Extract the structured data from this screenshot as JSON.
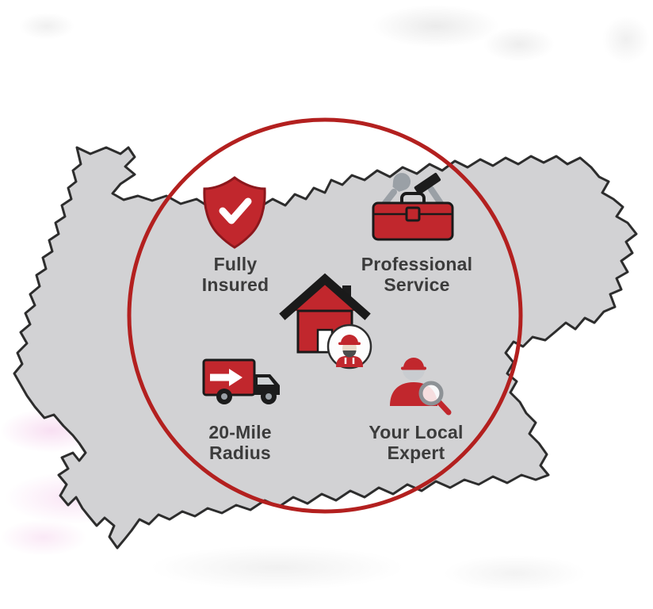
{
  "infographic": {
    "center_icon": "house-with-worker-icon",
    "features": [
      {
        "id": "fully-insured",
        "icon": "shield-check-icon",
        "line1": "Fully",
        "line2": "Insured"
      },
      {
        "id": "professional-service",
        "icon": "toolbox-icon",
        "line1": "Professional",
        "line2": "Service"
      },
      {
        "id": "twenty-mile-radius",
        "icon": "delivery-truck-icon",
        "line1": "20-Mile",
        "line2": "Radius"
      },
      {
        "id": "your-local-expert",
        "icon": "local-expert-icon",
        "line1": "Your Local",
        "line2": "Expert"
      }
    ],
    "colors": {
      "map_fill": "#d2d2d4",
      "map_outline": "#2d2d2d",
      "radius_circle_red": "#b3201f",
      "icon_red": "#c1272d",
      "icon_dark": "#1c1c1c",
      "tool_gray": "#9aa0a6",
      "label_text": "#3c3c3c"
    }
  }
}
